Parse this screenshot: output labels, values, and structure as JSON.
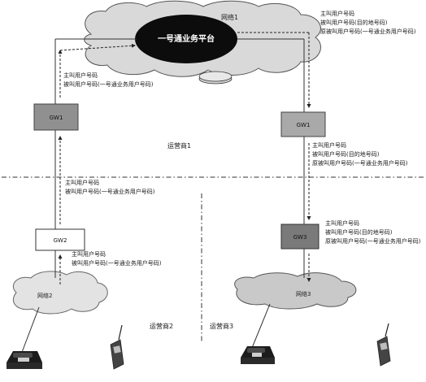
{
  "network1": {
    "name": "网络1"
  },
  "platform": {
    "name": "一号通业务平台"
  },
  "network2": {
    "name": "网络2"
  },
  "network3": {
    "name": "网络3"
  },
  "gw1_left": {
    "name": "GW1"
  },
  "gw1_right": {
    "name": "GW1"
  },
  "gw2": {
    "name": "GW2"
  },
  "gw3": {
    "name": "GW3"
  },
  "operators": {
    "op1": "运营商1",
    "op2": "运营商2",
    "op3": "运营商3"
  },
  "annotations": {
    "top_right": [
      "主叫用户号码",
      "被叫用户号码(目的地号码)",
      "原被叫用户号码(一号通业务用户号码)"
    ],
    "left_upper": [
      "主叫用户号码",
      "被叫用户号码(一号通业务用户号码)"
    ],
    "right_middle": [
      "主叫用户号码",
      "被叫用户号码(目的地号码)",
      "原被叫用户号码(一号通业务用户号码)"
    ],
    "left_middle": [
      "主叫用户号码",
      "被叫用户号码(一号通业务用户号码)"
    ],
    "right_lower": [
      "主叫用户号码",
      "被叫用户号码(目的地号码)",
      "原被叫用户号码(一号通业务用户号码)"
    ],
    "left_lower": [
      "主叫用户号码",
      "被叫用户号码(一号通业务用户号码)"
    ]
  }
}
